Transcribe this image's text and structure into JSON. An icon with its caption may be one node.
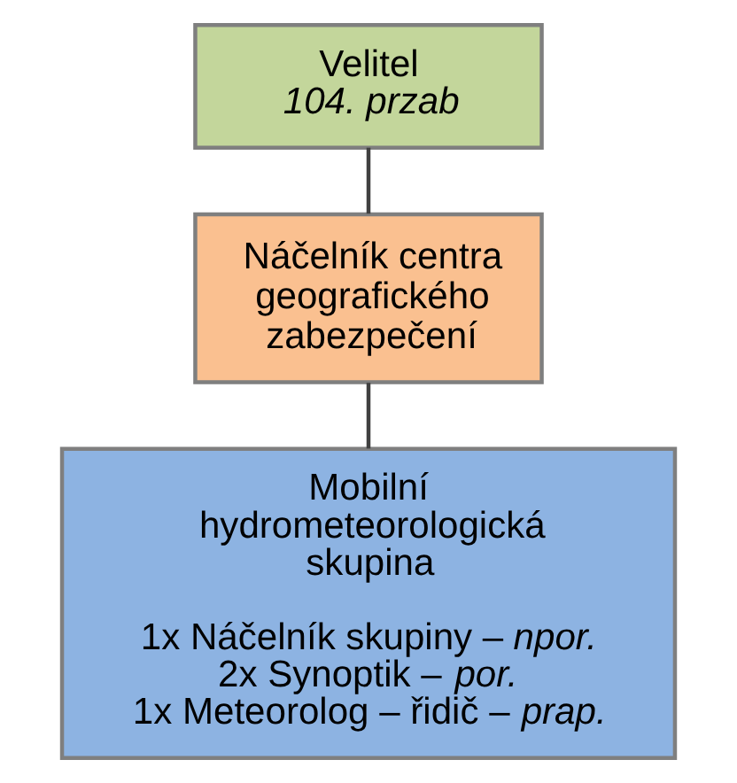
{
  "diagram": {
    "nodes": [
      {
        "text": [
          "Velitel",
          "104. przab"
        ]
      },
      {
        "text": [
          "Náčelník centra geografického zabezpečení"
        ]
      },
      {
        "text": [
          "Mobilní hydrometeorologická skupina",
          "1x Náčelník skupiny – *npor.*",
          "2x Synoptik – *por.*",
          "1x Meteorolog – řidič – *prap.*"
        ]
      }
    ],
    "edges": [
      {
        "from": 0,
        "to": 1,
        "arrow": "none"
      },
      {
        "from": 1,
        "to": 2,
        "arrow": "none"
      }
    ]
  }
}
